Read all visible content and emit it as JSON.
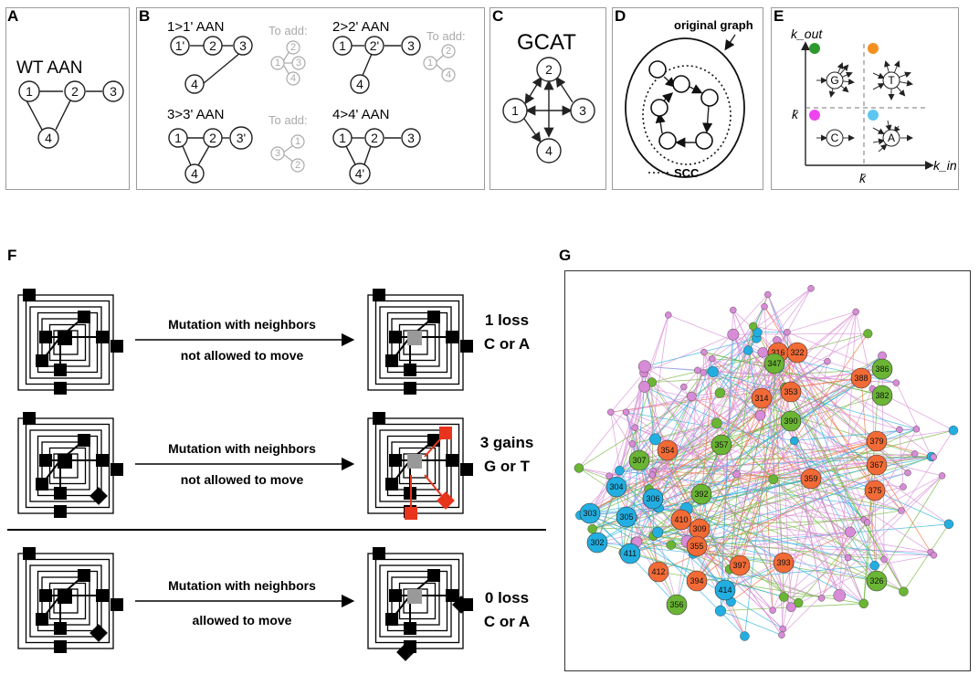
{
  "panels": {
    "A": {
      "label": "A",
      "title": "WT AAN",
      "nodes": [
        "1",
        "2",
        "3",
        "4"
      ]
    },
    "B": {
      "label": "B",
      "subs": [
        {
          "title": "1>1' AAN",
          "nodes": [
            "1'",
            "2",
            "3",
            "4"
          ],
          "add_label": "To add:",
          "add_nodes": [
            "2",
            "1",
            "3",
            "4"
          ]
        },
        {
          "title": "2>2' AAN",
          "nodes": [
            "1",
            "2'",
            "3",
            "4"
          ],
          "add_label": "To add:",
          "add_nodes": [
            "2",
            "1",
            "4"
          ]
        },
        {
          "title": "3>3' AAN",
          "nodes": [
            "1",
            "2",
            "3'",
            "4"
          ],
          "add_label": "To add:",
          "add_nodes": [
            "1",
            "3",
            "2"
          ]
        },
        {
          "title": "4>4' AAN",
          "nodes": [
            "1",
            "2",
            "3",
            "4'"
          ]
        }
      ]
    },
    "C": {
      "label": "C",
      "title": "GCAT",
      "nodes": [
        "2",
        "1",
        "3",
        "4"
      ]
    },
    "D": {
      "label": "D",
      "caption": "original graph",
      "legend": "SCC"
    },
    "E": {
      "label": "E",
      "y_axis": "k_out",
      "x_axis": "k_in",
      "k_bar": "k̄",
      "quadrants": [
        "G",
        "T",
        "C",
        "A"
      ],
      "colors": {
        "G": "#2e9a2e",
        "T": "#f4901e",
        "C": "#ee44ee",
        "A": "#5cc6f0"
      }
    },
    "F": {
      "label": "F",
      "rows": [
        {
          "line1": "Mutation with neighbors",
          "line2": "not allowed to move",
          "result1": "1 loss",
          "result2": "C or A"
        },
        {
          "line1": "Mutation with neighbors",
          "line2": "not allowed to move",
          "result1": "3 gains",
          "result2": "G or T"
        },
        {
          "line1": "Mutation with neighbors",
          "line2": "allowed to move",
          "result1": "0 loss",
          "result2": "C or A"
        }
      ]
    },
    "G": {
      "label": "G",
      "node_colors": {
        "orange": "#f26a35",
        "green": "#6ab534",
        "blue": "#22aee0",
        "pink": "#d88bd6"
      },
      "labeled_nodes": [
        {
          "id": "316",
          "group": "orange"
        },
        {
          "id": "322",
          "group": "orange"
        },
        {
          "id": "347",
          "group": "green"
        },
        {
          "id": "386",
          "group": "green"
        },
        {
          "id": "388",
          "group": "orange"
        },
        {
          "id": "314",
          "group": "orange"
        },
        {
          "id": "353",
          "group": "orange"
        },
        {
          "id": "382",
          "group": "green"
        },
        {
          "id": "390",
          "group": "green"
        },
        {
          "id": "357",
          "group": "green"
        },
        {
          "id": "354",
          "group": "orange"
        },
        {
          "id": "379",
          "group": "orange"
        },
        {
          "id": "307",
          "group": "green"
        },
        {
          "id": "367",
          "group": "orange"
        },
        {
          "id": "359",
          "group": "orange"
        },
        {
          "id": "304",
          "group": "blue"
        },
        {
          "id": "306",
          "group": "blue"
        },
        {
          "id": "392",
          "group": "green"
        },
        {
          "id": "375",
          "group": "orange"
        },
        {
          "id": "303",
          "group": "blue"
        },
        {
          "id": "305",
          "group": "blue"
        },
        {
          "id": "410",
          "group": "orange"
        },
        {
          "id": "309",
          "group": "orange"
        },
        {
          "id": "302",
          "group": "blue"
        },
        {
          "id": "411",
          "group": "blue"
        },
        {
          "id": "355",
          "group": "orange"
        },
        {
          "id": "397",
          "group": "orange"
        },
        {
          "id": "393",
          "group": "orange"
        },
        {
          "id": "412",
          "group": "orange"
        },
        {
          "id": "394",
          "group": "orange"
        },
        {
          "id": "414",
          "group": "blue"
        },
        {
          "id": "356",
          "group": "green"
        },
        {
          "id": "326",
          "group": "green"
        }
      ]
    }
  }
}
